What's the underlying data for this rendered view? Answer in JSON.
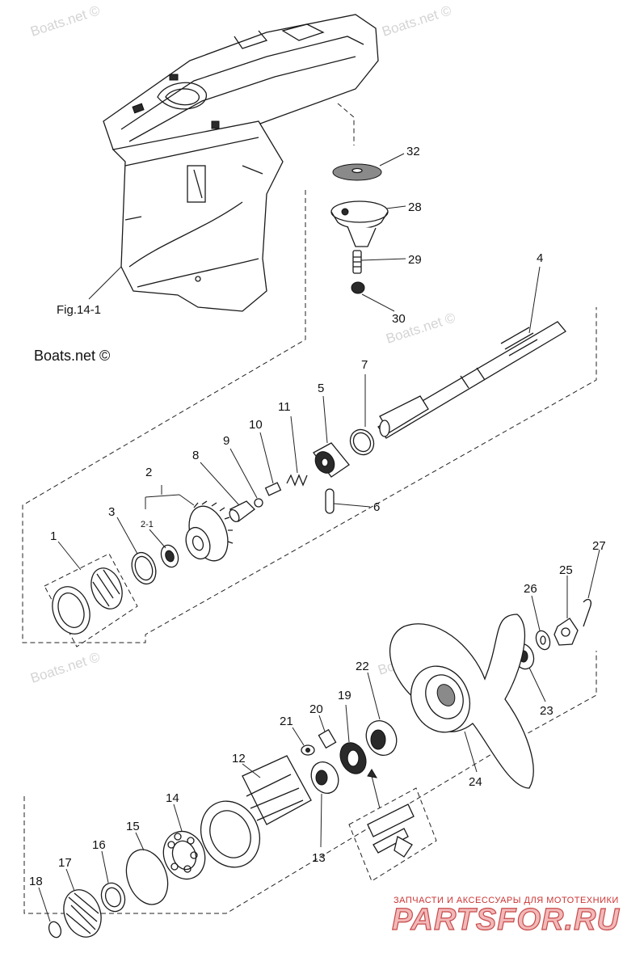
{
  "figure": {
    "label": "Fig.14-1"
  },
  "watermarks": {
    "main": "Boats.net ©",
    "repeat": "Boats.net ©"
  },
  "shop": {
    "tagline": "ЗАПЧАСТИ И АКСЕССУАРЫ ДЛЯ МОТОТЕХНИКИ",
    "brand": "PARTSFOR.RU"
  },
  "callouts": {
    "p1": "1",
    "p2": "2",
    "p2_1": "2-1",
    "p3": "3",
    "p4": "4",
    "p5": "5",
    "p6": "6",
    "p7": "7",
    "p8": "8",
    "p9": "9",
    "p10": "10",
    "p11": "11",
    "p12": "12",
    "p13": "13",
    "p14": "14",
    "p15": "15",
    "p16": "16",
    "p17": "17",
    "p18": "18",
    "p19": "19",
    "p20": "20",
    "p21": "21",
    "p22": "22",
    "p23": "23",
    "p24": "24",
    "p25": "25",
    "p26": "26",
    "p27": "27",
    "p28": "28",
    "p29": "29",
    "p30": "30",
    "p32": "32"
  }
}
